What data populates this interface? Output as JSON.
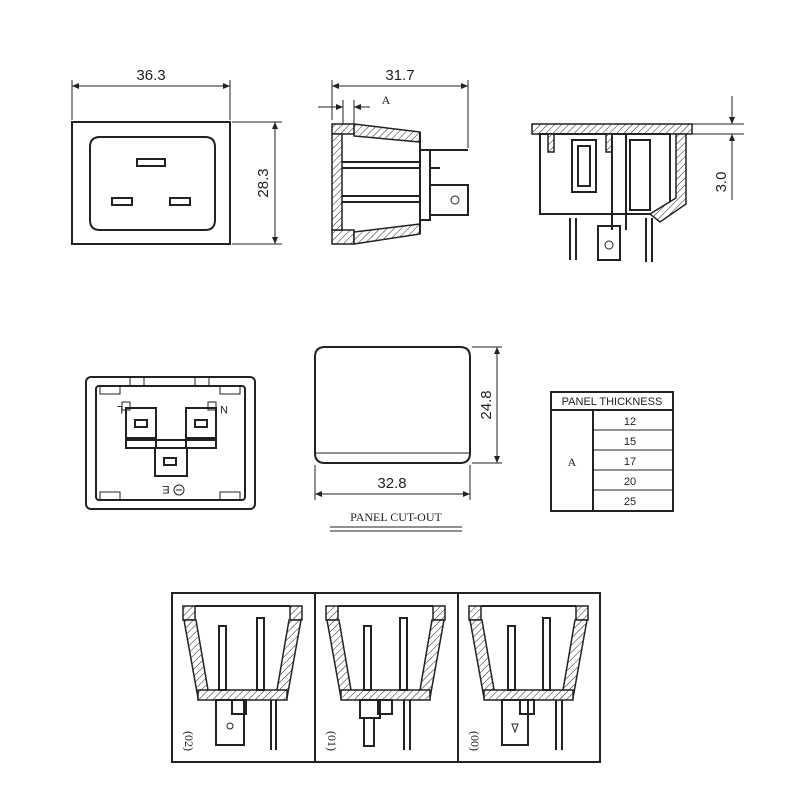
{
  "dimensions": {
    "front_width": "36.3",
    "front_height": "28.3",
    "side_width": "31.7",
    "side_label": "A",
    "right_depth": "3.0",
    "cutout_height": "24.8",
    "cutout_width": "32.8"
  },
  "panel_cutout_label": "PANEL CUT-OUT",
  "rear_view": {
    "label_l": "L",
    "label_n": "N",
    "label_e": "E"
  },
  "panel_thickness": {
    "header": "PANEL THICKNESS",
    "label": "A",
    "values": [
      "12",
      "15",
      "17",
      "20",
      "25"
    ]
  },
  "variants": [
    "(02)",
    "(01)",
    "(00)"
  ],
  "colors": {
    "line": "#222222",
    "background": "#ffffff"
  }
}
